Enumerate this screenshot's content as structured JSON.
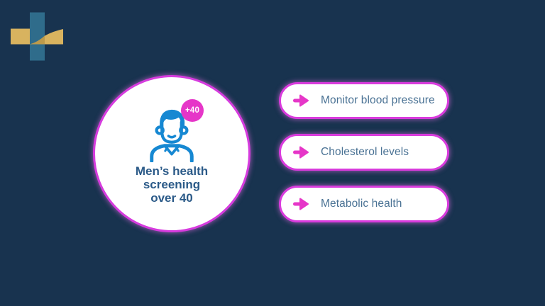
{
  "page": {
    "title": "Men’s health screening over 40 infographic"
  },
  "colors": {
    "background": "#18334F",
    "accent_magenta_border": "#D93BDD",
    "arrow_magenta": "#E636C8",
    "badge_pink": "#E636C8",
    "icon_blue": "#1688D2",
    "hub_title_navy": "#2B5A88",
    "item_text_blue": "#4A7294",
    "logo_teal": "#2F6C8B",
    "logo_gold": "#D8B35F",
    "logo_gold_dark": "#BC9A4B",
    "card_white": "#FFFFFF"
  },
  "logo": {
    "name": "medical cross logo"
  },
  "hub": {
    "badge_label": "+40",
    "title_line1": "Men’s health",
    "title_line2": "screening",
    "title_line3": "over 40",
    "icon": "male-patient-icon"
  },
  "items": [
    {
      "label": "Monitor blood pressure",
      "icon": "arrow-right-icon"
    },
    {
      "label": "Cholesterol levels",
      "icon": "arrow-right-icon"
    },
    {
      "label": "Metabolic health",
      "icon": "arrow-right-icon"
    }
  ]
}
